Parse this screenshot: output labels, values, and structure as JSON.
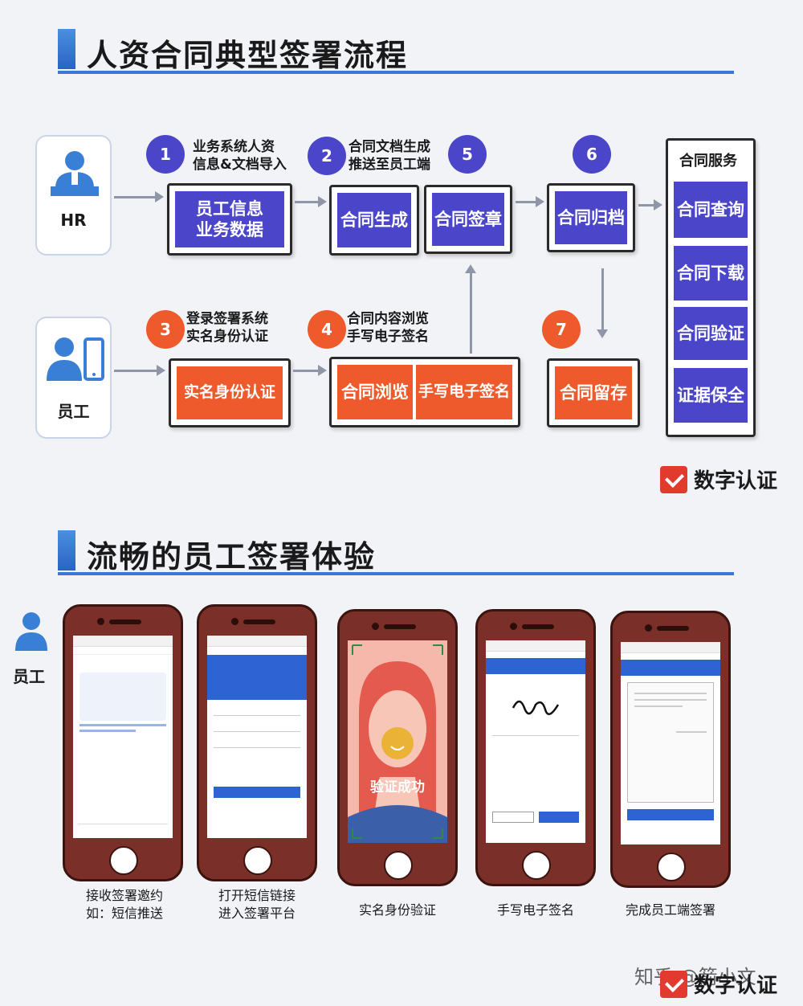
{
  "section1": {
    "title": "人资合同典型签署流程"
  },
  "actors": {
    "hr": "HR",
    "employee": "员工"
  },
  "steps": {
    "s1": {
      "num": "1",
      "note": "业务系统人资\n信息&文档导入"
    },
    "s2": {
      "num": "2",
      "note": "合同文档生成\n推送至员工端"
    },
    "s3": {
      "num": "3",
      "note": "登录签署系统\n实名身份认证"
    },
    "s4": {
      "num": "4",
      "note": "合同内容浏览\n手写电子签名"
    },
    "s5": {
      "num": "5"
    },
    "s6": {
      "num": "6"
    },
    "s7": {
      "num": "7"
    }
  },
  "boxes": {
    "employee_info": "员工信息\n业务数据",
    "contract_gen": "合同生成",
    "contract_seal": "合同签章",
    "contract_archive": "合同归档",
    "real_name": "实名身份认证",
    "contract_browse": "合同浏览",
    "handwrite_sign": "手写电子签名",
    "contract_keep": "合同留存"
  },
  "services": {
    "title": "合同服务",
    "items": [
      "合同查询",
      "合同下载",
      "合同验证",
      "证据保全"
    ]
  },
  "logo": {
    "text": "数字认证"
  },
  "section2": {
    "title": "流畅的员工签署体验",
    "actor": "员工"
  },
  "phones": [
    {
      "caption": "接收签署邀约\n如：短信推送"
    },
    {
      "caption": "打开短信链接\n进入签署平台"
    },
    {
      "caption": "实名身份验证",
      "overlay": "验证成功"
    },
    {
      "caption": "手写电子签名"
    },
    {
      "caption": "完成员工端签署"
    }
  ],
  "watermark": "知乎 @箭小文"
}
